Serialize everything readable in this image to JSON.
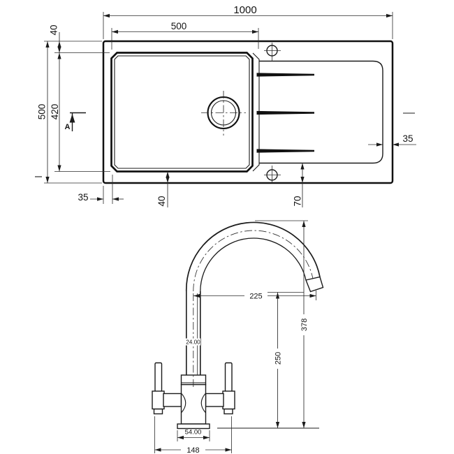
{
  "drawing": {
    "background_color": "#ffffff",
    "line_color": "#1b1b1b",
    "sink_plan": {
      "overall_width": "1000",
      "bowl_width": "500",
      "top_rim": "40",
      "overall_depth": "500",
      "bowl_depth": "420",
      "left_rim": "35",
      "bowl_to_edge_bottom": "40",
      "drainer_to_edge_bottom": "70",
      "drainer_to_edge_right": "35",
      "section_marker": "A"
    },
    "tap_elevation": {
      "spout_reach": "225",
      "overall_height": "378",
      "spout_clearance": "250",
      "spout_tube_diameter": "24.00",
      "base_width": "54.00",
      "handle_span": "148"
    }
  }
}
